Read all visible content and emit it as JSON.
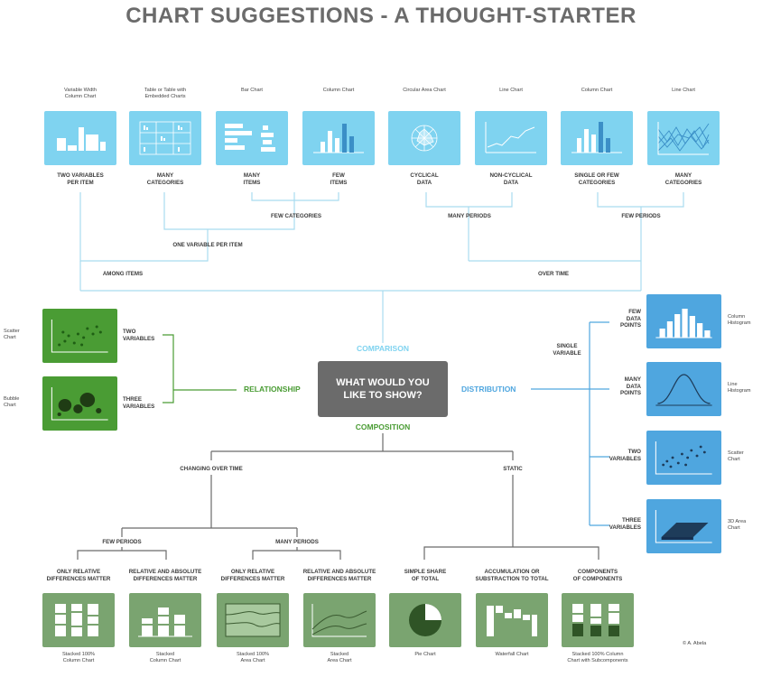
{
  "title": "CHART SUGGESTIONS - A THOUGHT-STARTER",
  "center_question": "WHAT WOULD YOU\nLIKE TO SHOW?",
  "categories": {
    "comparison": "COMPARISON",
    "relationship": "RELATIONSHIP",
    "distribution": "DISTRIBUTION",
    "composition": "COMPOSITION"
  },
  "colors": {
    "comparison": "#7fd3f0",
    "relationship": "#4a9c34",
    "distribution": "#4fa6df",
    "composition": "#7aa470",
    "lines": "#a9dcef"
  },
  "comparison": {
    "charts": [
      {
        "caption": "Variable Width\nColumn Chart",
        "label": "TWO VARIABLES\nPER ITEM"
      },
      {
        "caption": "Table or Table with\nEmbedded Charts",
        "label": "MANY\nCATEGORIES"
      },
      {
        "caption": "Bar Chart",
        "label": "MANY\nITEMS"
      },
      {
        "caption": "Column Chart",
        "label": "FEW\nITEMS"
      },
      {
        "caption": "Circular Area Chart",
        "label": "CYCLICAL\nDATA"
      },
      {
        "caption": "Line Chart",
        "label": "NON-CYCLICAL\nDATA"
      },
      {
        "caption": "Column Chart",
        "label": "SINGLE OR FEW\nCATEGORIES"
      },
      {
        "caption": "Line Chart",
        "label": "MANY\nCATEGORIES"
      }
    ],
    "few_categories": "FEW CATEGORIES",
    "many_periods": "MANY PERIODS",
    "few_periods": "FEW PERIODS",
    "one_variable_per_item": "ONE VARIABLE PER ITEM",
    "among_items": "AMONG ITEMS",
    "over_time": "OVER TIME"
  },
  "relationship": {
    "charts": [
      {
        "caption": "Scatter\nChart",
        "label": "TWO\nVARIABLES"
      },
      {
        "caption": "Bubble\nChart",
        "label": "THREE\nVARIABLES"
      }
    ]
  },
  "distribution": {
    "single_variable": "SINGLE\nVARIABLE",
    "charts": [
      {
        "caption": "Column\nHistogram",
        "label": "FEW\nDATA\nPOINTS"
      },
      {
        "caption": "Line\nHistogram",
        "label": "MANY\nDATA\nPOINTS"
      },
      {
        "caption": "Scatter\nChart",
        "label": "TWO\nVARIABLES"
      },
      {
        "caption": "3D Area\nChart",
        "label": "THREE\nVARIABLES"
      }
    ]
  },
  "composition": {
    "changing_over_time": "CHANGING OVER TIME",
    "static": "STATIC",
    "few_periods": "FEW PERIODS",
    "many_periods": "MANY PERIODS",
    "charts": [
      {
        "caption": "Stacked 100%\nColumn Chart",
        "label": "ONLY RELATIVE\nDIFFERENCES MATTER"
      },
      {
        "caption": "Stacked\nColumn Chart",
        "label": "RELATIVE AND ABSOLUTE\nDIFFERENCES MATTER"
      },
      {
        "caption": "Stacked 100%\nArea Chart",
        "label": "ONLY RELATIVE\nDIFFERENCES MATTER"
      },
      {
        "caption": "Stacked\nArea Chart",
        "label": "RELATIVE AND ABSOLUTE\nDIFFERENCES MATTER"
      },
      {
        "caption": "Pie Chart",
        "label": "SIMPLE SHARE\nOF TOTAL"
      },
      {
        "caption": "Waterfall Chart",
        "label": "ACCUMULATION OR\nSUBSTRACTION TO TOTAL"
      },
      {
        "caption": "Stacked 100% Column\nChart with Subcomponents",
        "label": "COMPONENTS\nOF COMPONENTS"
      }
    ]
  },
  "credit": "© A. Abela"
}
